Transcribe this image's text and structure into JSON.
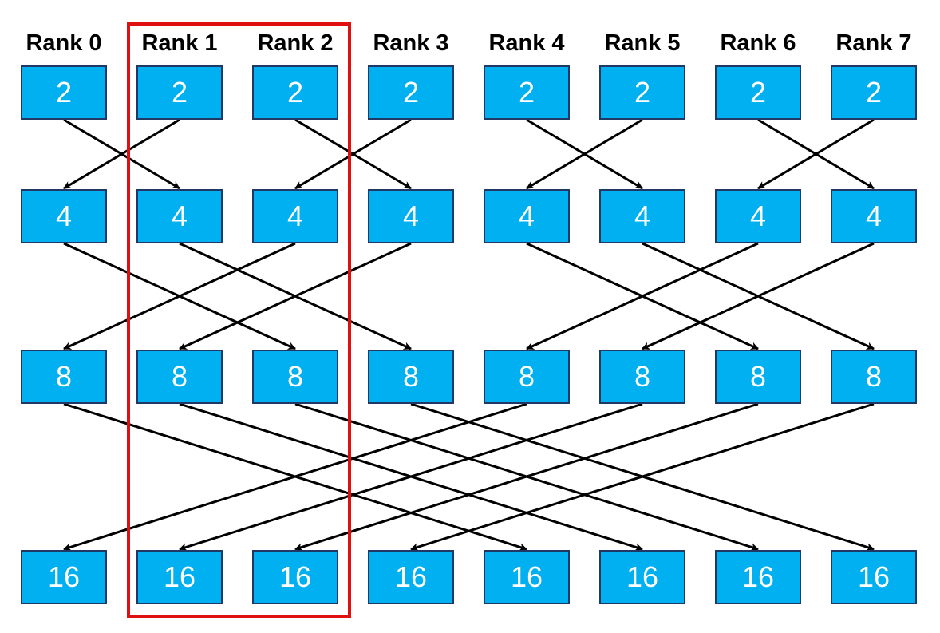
{
  "ranks": [
    "Rank 0",
    "Rank 1",
    "Rank 2",
    "Rank 3",
    "Rank 4",
    "Rank 5",
    "Rank 6",
    "Rank 7"
  ],
  "stages": [
    {
      "values": [
        "2",
        "2",
        "2",
        "2",
        "2",
        "2",
        "2",
        "2"
      ]
    },
    {
      "values": [
        "4",
        "4",
        "4",
        "4",
        "4",
        "4",
        "4",
        "4"
      ]
    },
    {
      "values": [
        "8",
        "8",
        "8",
        "8",
        "8",
        "8",
        "8",
        "8"
      ]
    },
    {
      "values": [
        "16",
        "16",
        "16",
        "16",
        "16",
        "16",
        "16",
        "16"
      ]
    }
  ],
  "exchange_distances": [
    1,
    2,
    4
  ],
  "colors": {
    "node_fill": "#00b0f0",
    "node_border": "#1f3864",
    "node_text": "#ffffff",
    "highlight": "#e01010",
    "arrow": "#000000"
  },
  "highlighted_ranks": [
    "Rank 1",
    "Rank 2"
  ]
}
